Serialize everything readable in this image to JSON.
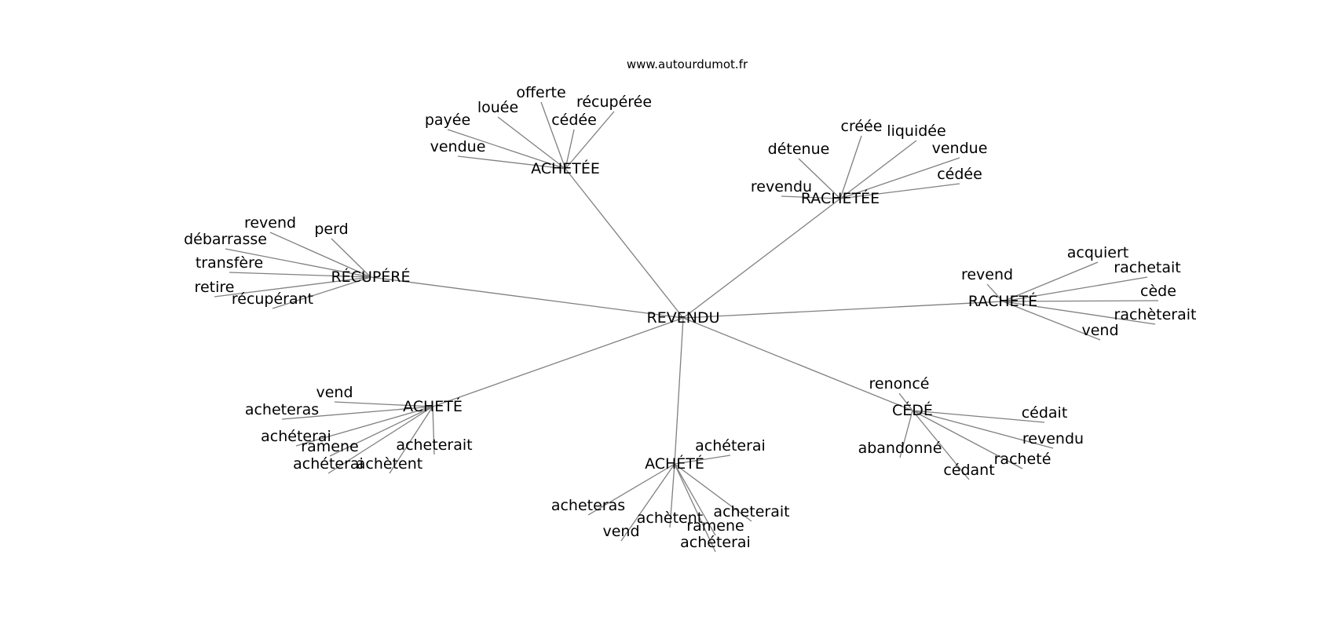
{
  "site": "www.autourdumot.fr",
  "root": "REVENDU",
  "hubs": [
    {
      "label": "ACHETÉE",
      "leaves": [
        "payée",
        "louée",
        "offerte",
        "cédée",
        "récupérée",
        "vendue"
      ]
    },
    {
      "label": "RACHETÉE",
      "leaves": [
        "détenue",
        "créée",
        "liquidée",
        "vendue",
        "cédée",
        "revendu"
      ]
    },
    {
      "label": "RÉCUPÉRÉ",
      "leaves": [
        "revend",
        "perd",
        "débarrasse",
        "transfère",
        "retire",
        "récupérant"
      ]
    },
    {
      "label": "RACHETÉ",
      "leaves": [
        "revend",
        "acquiert",
        "rachetait",
        "cède",
        "rachèterait",
        "vend"
      ]
    },
    {
      "label": "ACHETÉ",
      "leaves": [
        "vend",
        "acheteras",
        "achéterai",
        "ramene",
        "achéterai",
        "achètent",
        "acheterait"
      ]
    },
    {
      "label": "ACHÉTÉ",
      "leaves": [
        "achéterai",
        "acheteras",
        "vend",
        "achètent",
        "ramene",
        "acheterait",
        "achéterai"
      ]
    },
    {
      "label": "CÉDÉ",
      "leaves": [
        "renoncé",
        "cédait",
        "abandonné",
        "revendu",
        "racheté",
        "cédant"
      ]
    }
  ]
}
